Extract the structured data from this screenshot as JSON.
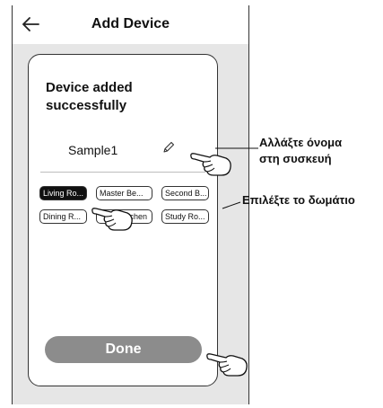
{
  "header": {
    "title": "Add Device",
    "back_icon": "arrow-left-icon"
  },
  "card": {
    "title": "Device added successfully",
    "device_name": "Sample1",
    "edit_icon": "pencil-icon",
    "rooms": [
      {
        "label": "Living Ro...",
        "selected": true
      },
      {
        "label": "Master Be...",
        "selected": false
      },
      {
        "label": "Second B...",
        "selected": false
      },
      {
        "label": "Dining R...",
        "selected": false
      },
      {
        "label": "Kitchen",
        "selected": false
      },
      {
        "label": "Study Ro...",
        "selected": false
      }
    ],
    "done_label": "Done"
  },
  "callouts": {
    "rename": [
      "Αλλάξτε όνομα",
      "στη συσκευή"
    ],
    "room": "Επιλέξτε το δωμάτιο"
  },
  "colors": {
    "done_button": "#8c8c8c",
    "page_bg": "#e6e6e6",
    "selected_chip": "#111111"
  }
}
